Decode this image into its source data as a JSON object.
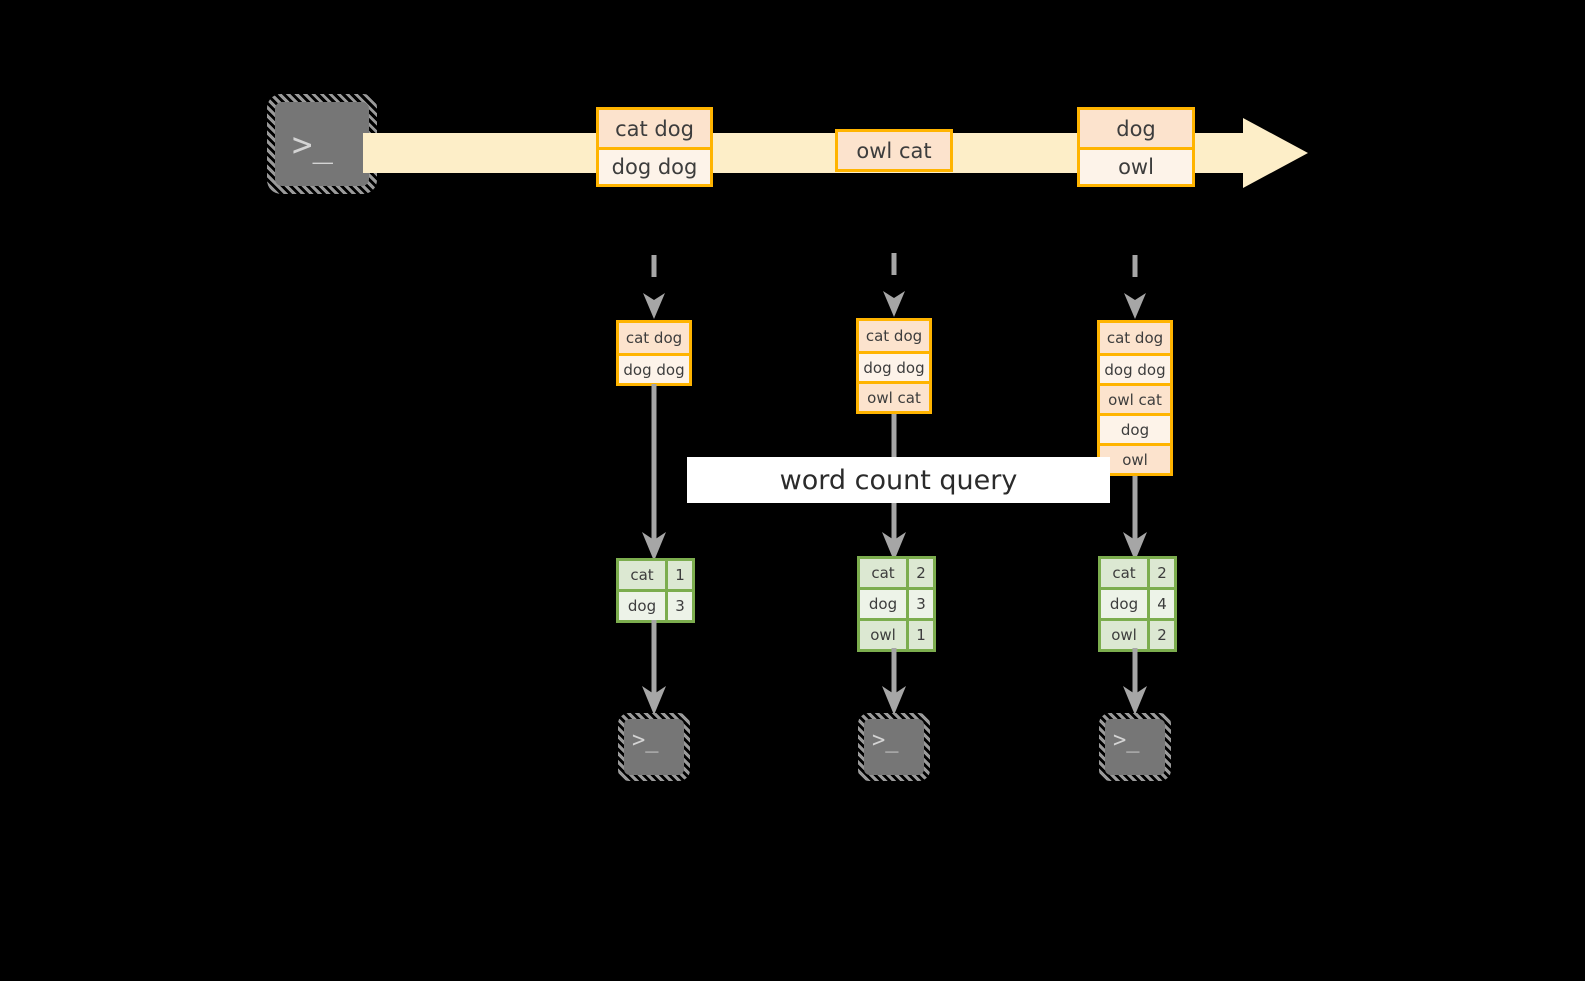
{
  "colors": {
    "background": "#000000",
    "record_border": "#ffb400",
    "record_fill_dark": "#fce3cd",
    "record_fill_light": "#fdf3e9",
    "stream_arrow_fill": "#fdeec8",
    "result_border": "#7cad4e",
    "result_fill_dark": "#dce8d2",
    "result_fill_light": "#edf3e8",
    "connector": "#a6a6a6",
    "terminal_body": "#767676",
    "banner_fill": "#ffffff"
  },
  "source": {
    "icon": "terminal-icon",
    "glyph": ">_"
  },
  "stream": {
    "icon": "right-arrow-icon",
    "batches": [
      {
        "name": "batch-1",
        "rows": [
          {
            "text": "cat dog",
            "shade": "shade-a"
          },
          {
            "text": "dog dog",
            "shade": "shade-b"
          }
        ]
      },
      {
        "name": "batch-2",
        "rows": [
          {
            "text": "owl cat",
            "shade": "shade-a"
          }
        ]
      },
      {
        "name": "batch-3",
        "rows": [
          {
            "text": "dog",
            "shade": "shade-a"
          },
          {
            "text": "owl",
            "shade": "shade-b"
          }
        ]
      }
    ]
  },
  "query_label": "word count query",
  "columns": [
    {
      "name": "stage-1",
      "input_rows": [
        {
          "text": "cat dog",
          "shade": "shade-a"
        },
        {
          "text": "dog dog",
          "shade": "shade-b"
        }
      ],
      "result_rows": [
        {
          "key": "cat",
          "value": "1",
          "shade": "shade-a"
        },
        {
          "key": "dog",
          "value": "3",
          "shade": "shade-b"
        }
      ],
      "sink": {
        "icon": "terminal-icon",
        "glyph": ">_"
      }
    },
    {
      "name": "stage-2",
      "input_rows": [
        {
          "text": "cat dog",
          "shade": "shade-a"
        },
        {
          "text": "dog dog",
          "shade": "shade-b"
        },
        {
          "text": "owl cat",
          "shade": "shade-a"
        }
      ],
      "result_rows": [
        {
          "key": "cat",
          "value": "2",
          "shade": "shade-a"
        },
        {
          "key": "dog",
          "value": "3",
          "shade": "shade-b"
        },
        {
          "key": "owl",
          "value": "1",
          "shade": "shade-a"
        }
      ],
      "sink": {
        "icon": "terminal-icon",
        "glyph": ">_"
      }
    },
    {
      "name": "stage-3",
      "input_rows": [
        {
          "text": "cat dog",
          "shade": "shade-a"
        },
        {
          "text": "dog dog",
          "shade": "shade-b"
        },
        {
          "text": "owl cat",
          "shade": "shade-a"
        },
        {
          "text": "dog",
          "shade": "shade-b"
        },
        {
          "text": "owl",
          "shade": "shade-a"
        }
      ],
      "result_rows": [
        {
          "key": "cat",
          "value": "2",
          "shade": "shade-a"
        },
        {
          "key": "dog",
          "value": "4",
          "shade": "shade-b"
        },
        {
          "key": "owl",
          "value": "2",
          "shade": "shade-a"
        }
      ],
      "sink": {
        "icon": "terminal-icon",
        "glyph": ">_"
      }
    }
  ]
}
